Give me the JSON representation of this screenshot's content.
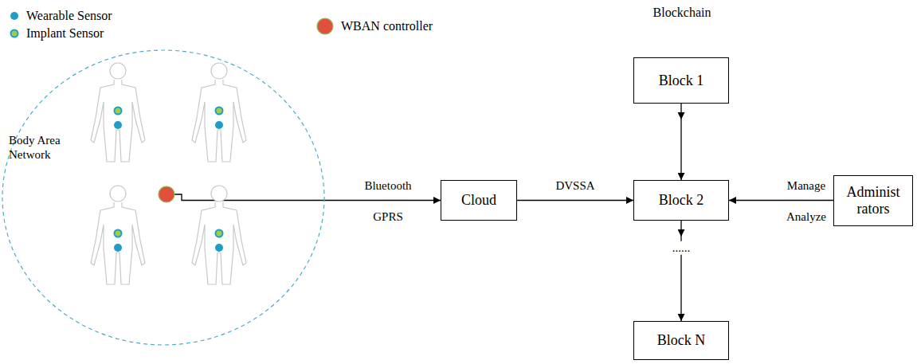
{
  "diagram": {
    "nodes": [
      {
        "text": [
          "Body Area Network"
        ]
      },
      {
        "text": [
          "Cloud"
        ]
      },
      {
        "text": [
          "Block 1"
        ]
      },
      {
        "text": [
          "Block 2"
        ]
      },
      {
        "text": [
          "Block N"
        ]
      },
      {
        "text": [
          "Administ rators"
        ]
      }
    ],
    "edges": [
      {
        "from": 0,
        "to": 1,
        "arrow": "to",
        "label": "Bluetooth"
      },
      {
        "from": 1,
        "to": 3,
        "arrow": "to",
        "label": "DVSSA"
      },
      {
        "from": 2,
        "to": 3,
        "arrow": "to"
      },
      {
        "from": 3,
        "to": 4,
        "arrow": "to",
        "label": "......"
      },
      {
        "from": 5,
        "to": 3,
        "arrow": "to",
        "label": "Manage"
      }
    ],
    "labels": [
      "Blockchain",
      "GPRS",
      "Analyze"
    ],
    "legend": [
      {
        "text": "Wearable Sensor",
        "color": "#1f9dc7"
      },
      {
        "text": "Implant Sensor"
      },
      {
        "text": "WBAN controller",
        "color": "#e0503c"
      }
    ]
  }
}
